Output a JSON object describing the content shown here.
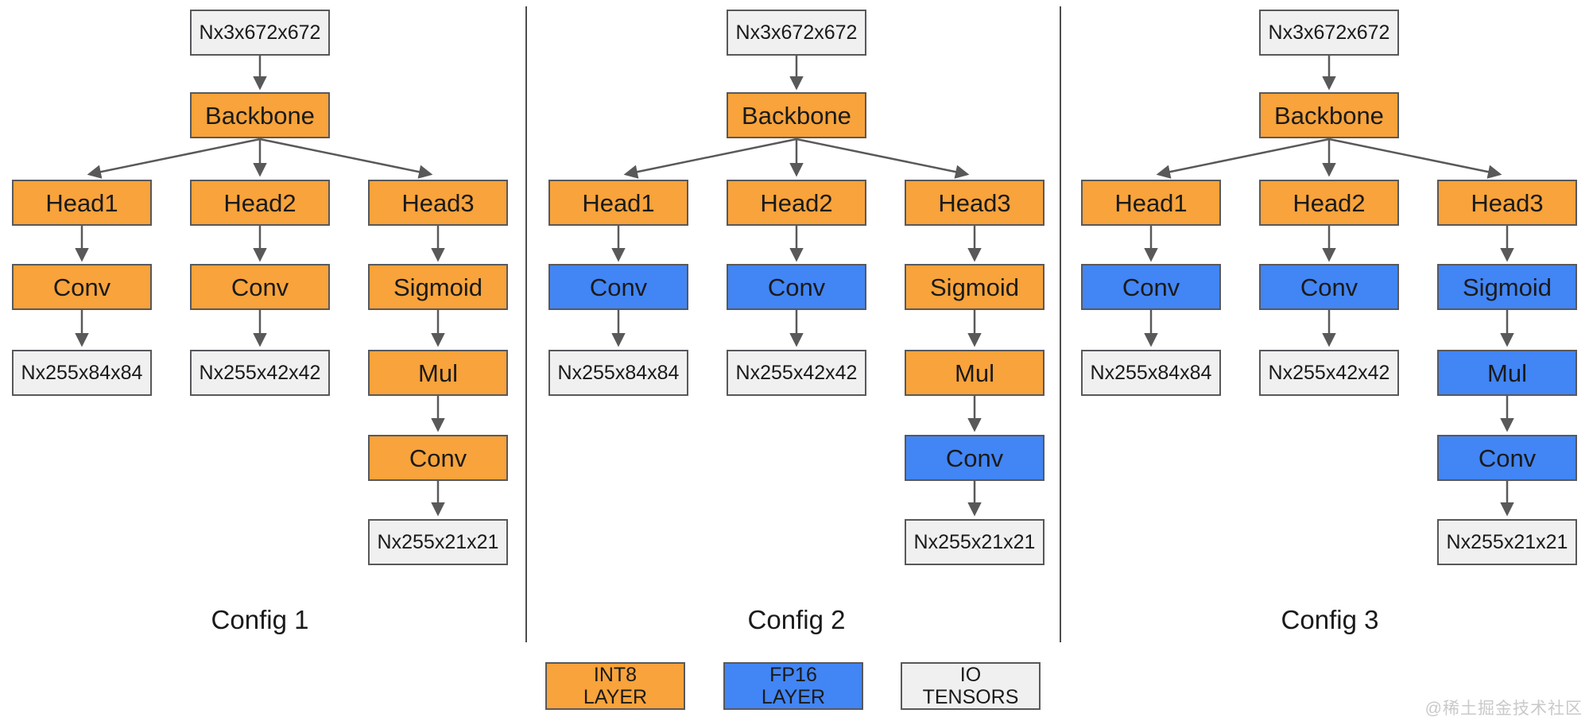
{
  "colors": {
    "int8": "#F8A33B",
    "fp16": "#4285F4",
    "io": "#F0F0F1",
    "border": "#58585B",
    "arrow": "#595959",
    "divider": "#4D4D4D",
    "text": "#1A1A1A",
    "watermark": "#C9C9C9"
  },
  "watermark": "@稀土掘金技术社区",
  "legend": {
    "items": [
      {
        "type": "int8",
        "line1": "INT8",
        "line2": "LAYER"
      },
      {
        "type": "fp16",
        "line1": "FP16",
        "line2": "LAYER"
      },
      {
        "type": "io",
        "line1": "IO",
        "line2": "TENSORS"
      }
    ]
  },
  "configs": [
    {
      "label": "Config 1",
      "input": {
        "label": "Nx3x672x672",
        "type": "io"
      },
      "backbone": {
        "label": "Backbone",
        "type": "int8"
      },
      "branches": [
        {
          "nodes": [
            {
              "label": "Head1",
              "type": "int8"
            },
            {
              "label": "Conv",
              "type": "int8"
            },
            {
              "label": "Nx255x84x84",
              "type": "io"
            }
          ]
        },
        {
          "nodes": [
            {
              "label": "Head2",
              "type": "int8"
            },
            {
              "label": "Conv",
              "type": "int8"
            },
            {
              "label": "Nx255x42x42",
              "type": "io"
            }
          ]
        },
        {
          "nodes": [
            {
              "label": "Head3",
              "type": "int8"
            },
            {
              "label": "Sigmoid",
              "type": "int8"
            },
            {
              "label": "Mul",
              "type": "int8"
            },
            {
              "label": "Conv",
              "type": "int8"
            },
            {
              "label": "Nx255x21x21",
              "type": "io"
            }
          ]
        }
      ]
    },
    {
      "label": "Config 2",
      "input": {
        "label": "Nx3x672x672",
        "type": "io"
      },
      "backbone": {
        "label": "Backbone",
        "type": "int8"
      },
      "branches": [
        {
          "nodes": [
            {
              "label": "Head1",
              "type": "int8"
            },
            {
              "label": "Conv",
              "type": "fp16"
            },
            {
              "label": "Nx255x84x84",
              "type": "io"
            }
          ]
        },
        {
          "nodes": [
            {
              "label": "Head2",
              "type": "int8"
            },
            {
              "label": "Conv",
              "type": "fp16"
            },
            {
              "label": "Nx255x42x42",
              "type": "io"
            }
          ]
        },
        {
          "nodes": [
            {
              "label": "Head3",
              "type": "int8"
            },
            {
              "label": "Sigmoid",
              "type": "int8"
            },
            {
              "label": "Mul",
              "type": "int8"
            },
            {
              "label": "Conv",
              "type": "fp16"
            },
            {
              "label": "Nx255x21x21",
              "type": "io"
            }
          ]
        }
      ]
    },
    {
      "label": "Config 3",
      "input": {
        "label": "Nx3x672x672",
        "type": "io"
      },
      "backbone": {
        "label": "Backbone",
        "type": "int8"
      },
      "branches": [
        {
          "nodes": [
            {
              "label": "Head1",
              "type": "int8"
            },
            {
              "label": "Conv",
              "type": "fp16"
            },
            {
              "label": "Nx255x84x84",
              "type": "io"
            }
          ]
        },
        {
          "nodes": [
            {
              "label": "Head2",
              "type": "int8"
            },
            {
              "label": "Conv",
              "type": "fp16"
            },
            {
              "label": "Nx255x42x42",
              "type": "io"
            }
          ]
        },
        {
          "nodes": [
            {
              "label": "Head3",
              "type": "int8"
            },
            {
              "label": "Sigmoid",
              "type": "fp16"
            },
            {
              "label": "Mul",
              "type": "fp16"
            },
            {
              "label": "Conv",
              "type": "fp16"
            },
            {
              "label": "Nx255x21x21",
              "type": "io"
            }
          ]
        }
      ]
    }
  ]
}
